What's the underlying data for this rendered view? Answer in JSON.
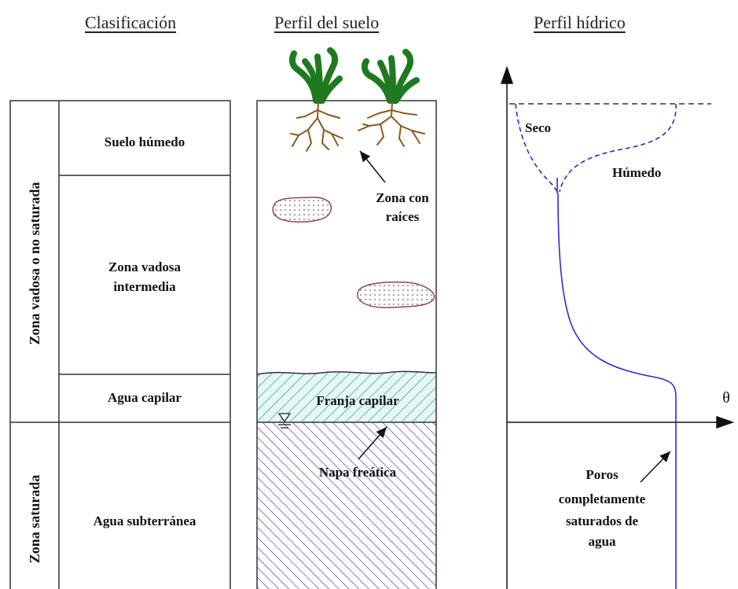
{
  "headers": {
    "classification": "Clasificación",
    "soil_profile": "Perfil del suelo",
    "water_profile": "Perfil hídrico"
  },
  "classification": {
    "vertical_vadose": "Zona vadosa o no saturada",
    "vertical_saturated": "Zona saturada",
    "wet_soil": "Suelo húmedo",
    "intermediate_line1": "Zona vadosa",
    "intermediate_line2": "intermedia",
    "capillary": "Agua capilar",
    "groundwater": "Agua subterránea"
  },
  "soil_profile": {
    "roots_line1": "Zona con",
    "roots_line2": "raíces",
    "capillary_fringe": "Franja capilar",
    "water_table": "Napa freática"
  },
  "water_profile": {
    "axis_x": "θ",
    "dry": "Seco",
    "wet": "Húmedo",
    "pores_line1": "Poros",
    "pores_line2": "completamente",
    "pores_line3": "saturados de",
    "pores_line4": "agua"
  },
  "colors": {
    "line": "#333333",
    "plant_green": "#1f7a1f",
    "root_brown": "#8a5a1e",
    "capillary_hatch": "#2aa198",
    "saturated_hatch": "#3a3aa0",
    "curve": "#2e2ec8",
    "stone_edge": "#8b4a4a"
  }
}
